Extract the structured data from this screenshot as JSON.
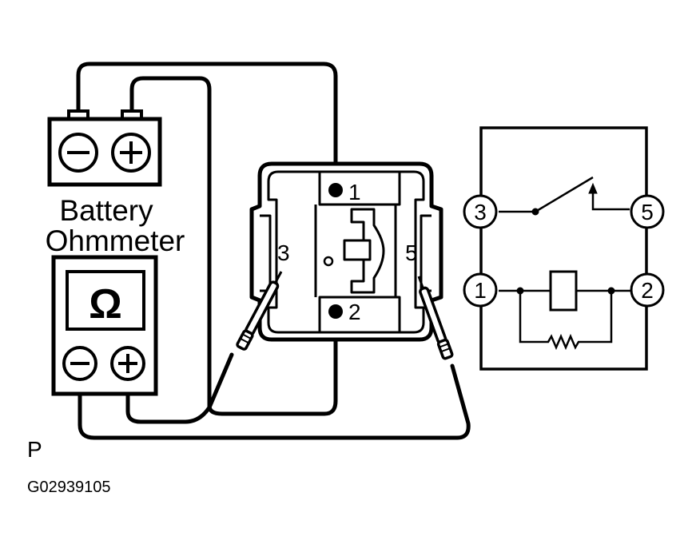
{
  "battery": {
    "label": "Battery",
    "minus": "−",
    "plus": "+"
  },
  "ohmmeter": {
    "label": "Ohmmeter",
    "symbol": "Ω",
    "minus": "−",
    "plus": "+"
  },
  "relay_terminals": {
    "t1": "1",
    "t2": "2",
    "t3": "3",
    "t5": "5"
  },
  "schematic_terminals": {
    "t1": "1",
    "t2": "2",
    "t3": "3",
    "t5": "5"
  },
  "footer": {
    "letter": "P",
    "code": "G02939105"
  }
}
